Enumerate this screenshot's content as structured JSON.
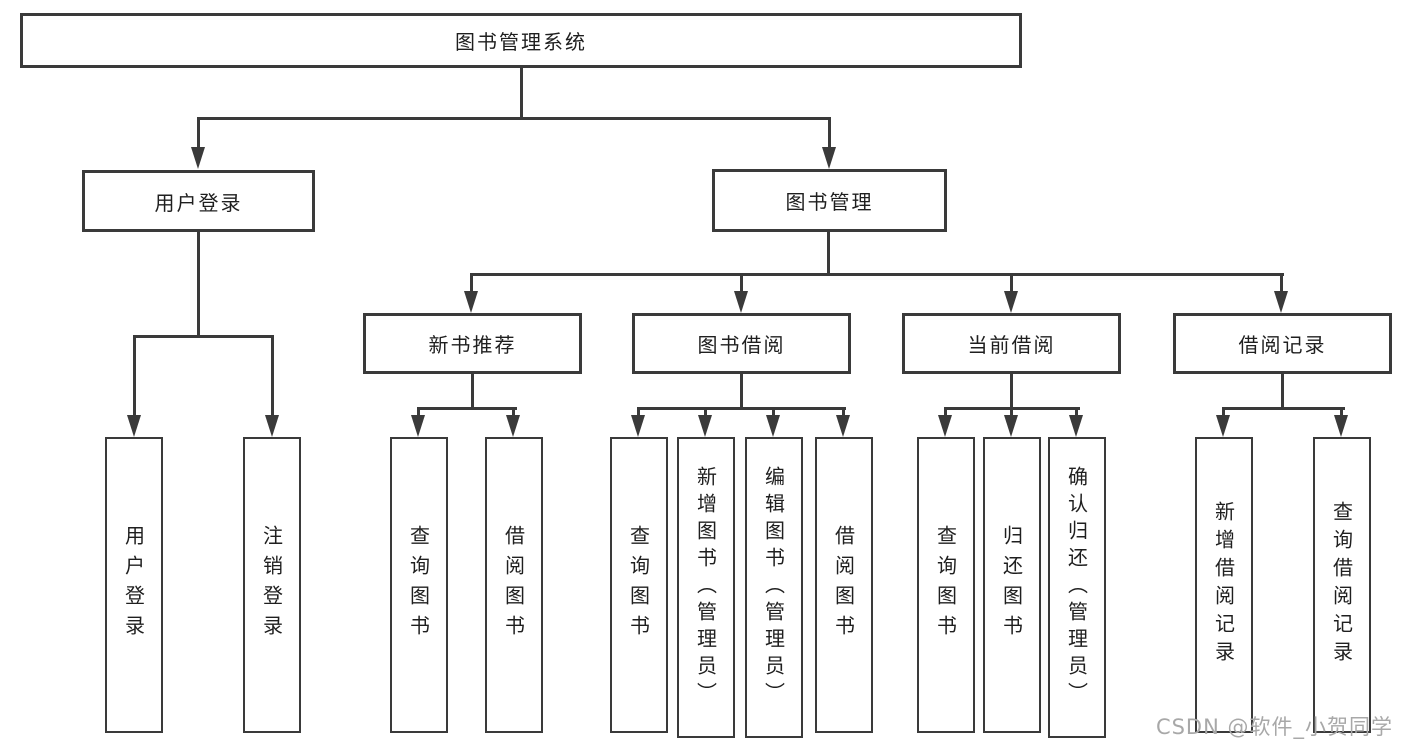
{
  "colors": {
    "line": "#3a3a3a",
    "text": "#1f1f1f",
    "background": "#ffffff",
    "watermark": "#a8a8a8"
  },
  "diagram": {
    "root_label": "图书管理系统",
    "level2": {
      "user_login": "用户登录",
      "book_management": "图书管理"
    },
    "level3": {
      "new_book_recommend": "新书推荐",
      "book_borrowing": "图书借阅",
      "current_borrowing": "当前借阅",
      "borrowing_records": "借阅记录"
    },
    "leaves": {
      "user_login": "用户登录",
      "logout": "注销登录",
      "query_book_recommend": "查询图书",
      "borrow_book_recommend": "借阅图书",
      "query_book_borrowing": "查询图书",
      "add_book_admin": "新增图书（管理员）",
      "edit_book_admin": "编辑图书（管理员）",
      "borrow_book_borrowing": "借阅图书",
      "query_book_current": "查询图书",
      "return_book": "归还图书",
      "confirm_return_admin": "确认归还（管理员）",
      "add_borrow_record": "新增借阅记录",
      "query_borrow_record": "查询借阅记录"
    }
  },
  "watermark": "CSDN @软件_小贺同学"
}
